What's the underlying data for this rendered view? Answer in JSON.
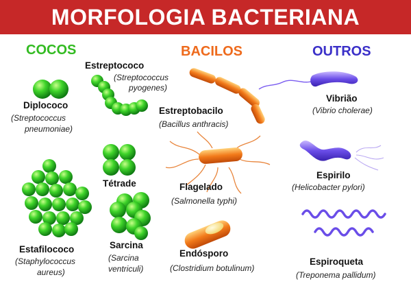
{
  "title": "MORFOLOGIA BACTERIANA",
  "colors": {
    "banner": "#c62828",
    "cocos": "#33bb22",
    "bacilos": "#ee6a1c",
    "outros": "#3a2fc8"
  },
  "categories": {
    "cocos": "COCOS",
    "bacilos": "BACILOS",
    "outros": "OUTROS"
  },
  "items": {
    "diplococo": {
      "name": "Diplococo",
      "sci1": "(Streptococcus",
      "sci2": "pneumoniae)",
      "icon": "green-pair-cocci"
    },
    "estreptococo": {
      "name": "Estreptococo",
      "sci1": "(Streptococcus",
      "sci2": "pyogenes)",
      "icon": "green-chain-cocci"
    },
    "tetrade": {
      "name": "Tétrade",
      "icon": "green-tetrad-cocci"
    },
    "estafilococo": {
      "name": "Estafilococo",
      "sci1": "(Staphylococcus",
      "sci2": "aureus)",
      "icon": "green-cluster-cocci"
    },
    "sarcina": {
      "name": "Sarcina",
      "sci1": "(Sarcina",
      "sci2": "ventriculi)",
      "icon": "green-cube-cocci"
    },
    "estreptobacilo": {
      "name": "Estreptobacilo",
      "sci1": "(Bacillus anthracis)",
      "icon": "orange-chain-rods"
    },
    "flagelado": {
      "name": "Flagelado",
      "sci1": "(Salmonella typhi)",
      "icon": "orange-flagellated-rod"
    },
    "endosporo": {
      "name": "Endósporo",
      "sci1": "(Clostridium botulinum)",
      "icon": "orange-rod-with-spore"
    },
    "vibriao": {
      "name": "Vibrião",
      "sci1": "(Vibrio cholerae)",
      "icon": "purple-comma-bacterium"
    },
    "espirilo": {
      "name": "Espirilo",
      "sci1": "(Helicobacter pylori)",
      "icon": "purple-spiral-bacterium"
    },
    "espiroqueta": {
      "name": "Espiroqueta",
      "sci1": "(Treponema pallidum)",
      "icon": "purple-spirochete"
    }
  }
}
